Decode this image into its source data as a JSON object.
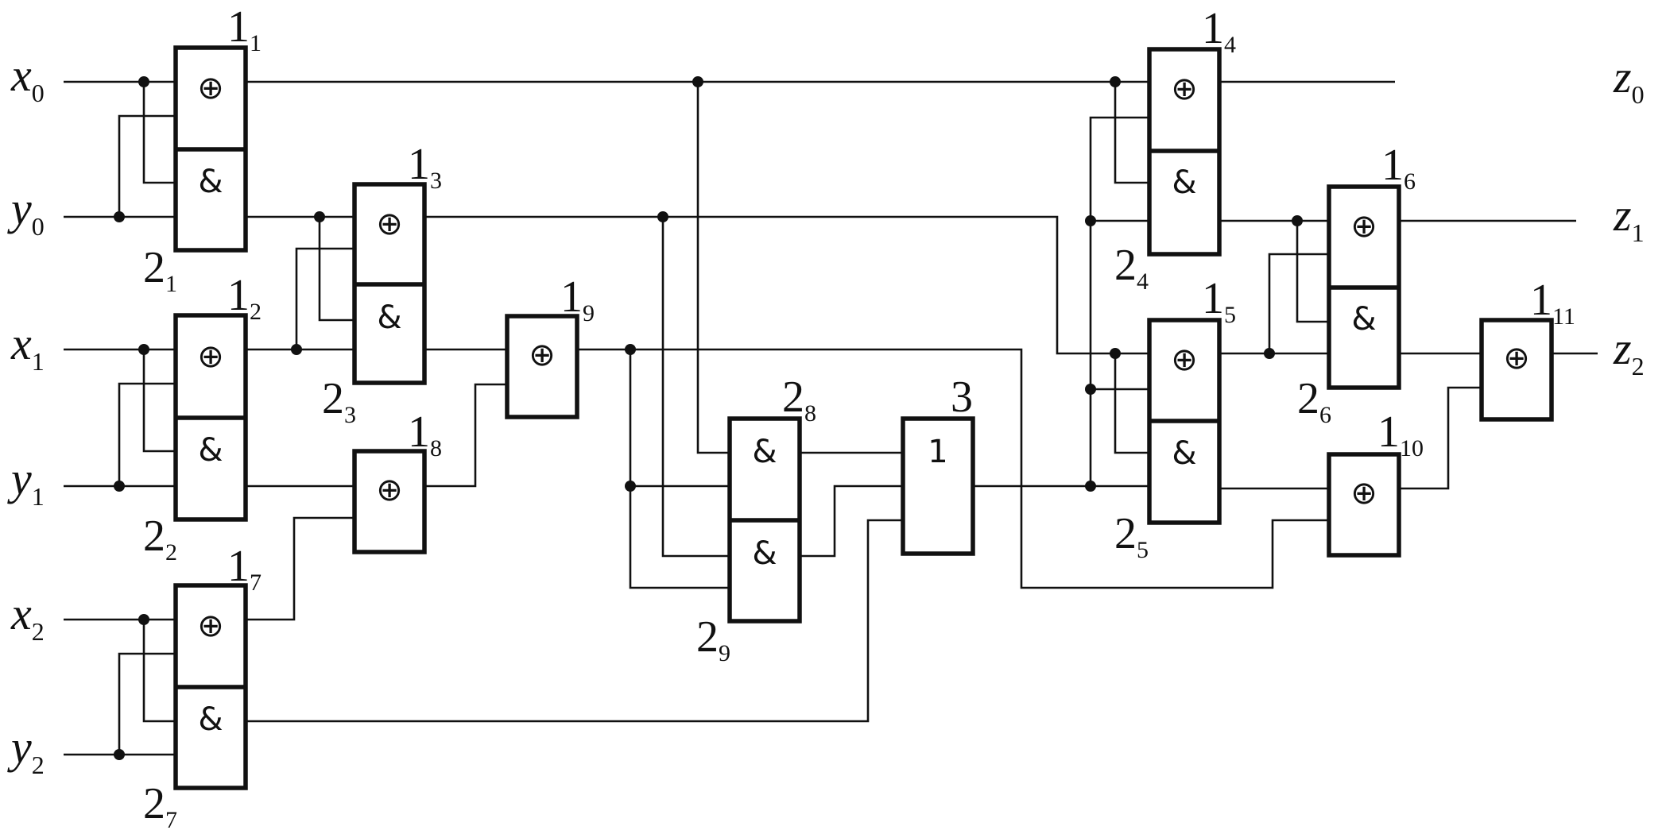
{
  "colors": {
    "ink": "#111111",
    "background": "#ffffff"
  },
  "symbols": {
    "xor": "⊕",
    "and": "&",
    "or": "1"
  },
  "inputs": [
    {
      "id": "x0",
      "var": "x",
      "index": "0"
    },
    {
      "id": "y0",
      "var": "y",
      "index": "0"
    },
    {
      "id": "x1",
      "var": "x",
      "index": "1"
    },
    {
      "id": "y1",
      "var": "y",
      "index": "1"
    },
    {
      "id": "x2",
      "var": "x",
      "index": "2"
    },
    {
      "id": "y2",
      "var": "y",
      "index": "2"
    }
  ],
  "outputs": [
    {
      "id": "z0",
      "var": "z",
      "index": "0"
    },
    {
      "id": "z1",
      "var": "z",
      "index": "1"
    },
    {
      "id": "z2",
      "var": "z",
      "index": "2"
    }
  ],
  "gates": [
    {
      "id": "ha1",
      "type": "half-adder",
      "labels": [
        {
          "num": "1",
          "sub": "1"
        },
        {
          "num": "2",
          "sub": "1"
        }
      ]
    },
    {
      "id": "ha2",
      "type": "half-adder",
      "labels": [
        {
          "num": "1",
          "sub": "2"
        },
        {
          "num": "2",
          "sub": "2"
        }
      ]
    },
    {
      "id": "ha3",
      "type": "half-adder",
      "labels": [
        {
          "num": "1",
          "sub": "3"
        },
        {
          "num": "2",
          "sub": "3"
        }
      ]
    },
    {
      "id": "ha7",
      "type": "half-adder",
      "labels": [
        {
          "num": "1",
          "sub": "7"
        },
        {
          "num": "2",
          "sub": "7"
        }
      ]
    },
    {
      "id": "ha4",
      "type": "half-adder",
      "labels": [
        {
          "num": "1",
          "sub": "4"
        },
        {
          "num": "2",
          "sub": "4"
        }
      ]
    },
    {
      "id": "ha5",
      "type": "half-adder",
      "labels": [
        {
          "num": "1",
          "sub": "5"
        },
        {
          "num": "2",
          "sub": "5"
        }
      ]
    },
    {
      "id": "ha6",
      "type": "half-adder",
      "labels": [
        {
          "num": "1",
          "sub": "6"
        },
        {
          "num": "2",
          "sub": "6"
        }
      ]
    },
    {
      "id": "and89",
      "type": "and-pair",
      "labels": [
        {
          "num": "2",
          "sub": "8"
        },
        {
          "num": "2",
          "sub": "9"
        }
      ]
    },
    {
      "id": "x8",
      "type": "xor",
      "labels": [
        {
          "num": "1",
          "sub": "8"
        }
      ]
    },
    {
      "id": "x9",
      "type": "xor",
      "labels": [
        {
          "num": "1",
          "sub": "9"
        }
      ]
    },
    {
      "id": "x10",
      "type": "xor",
      "labels": [
        {
          "num": "1",
          "sub": "10"
        }
      ]
    },
    {
      "id": "x11",
      "type": "xor",
      "labels": [
        {
          "num": "1",
          "sub": "11"
        }
      ]
    },
    {
      "id": "or3",
      "type": "or",
      "labels": [
        {
          "num": "3",
          "sub": ""
        }
      ]
    }
  ]
}
